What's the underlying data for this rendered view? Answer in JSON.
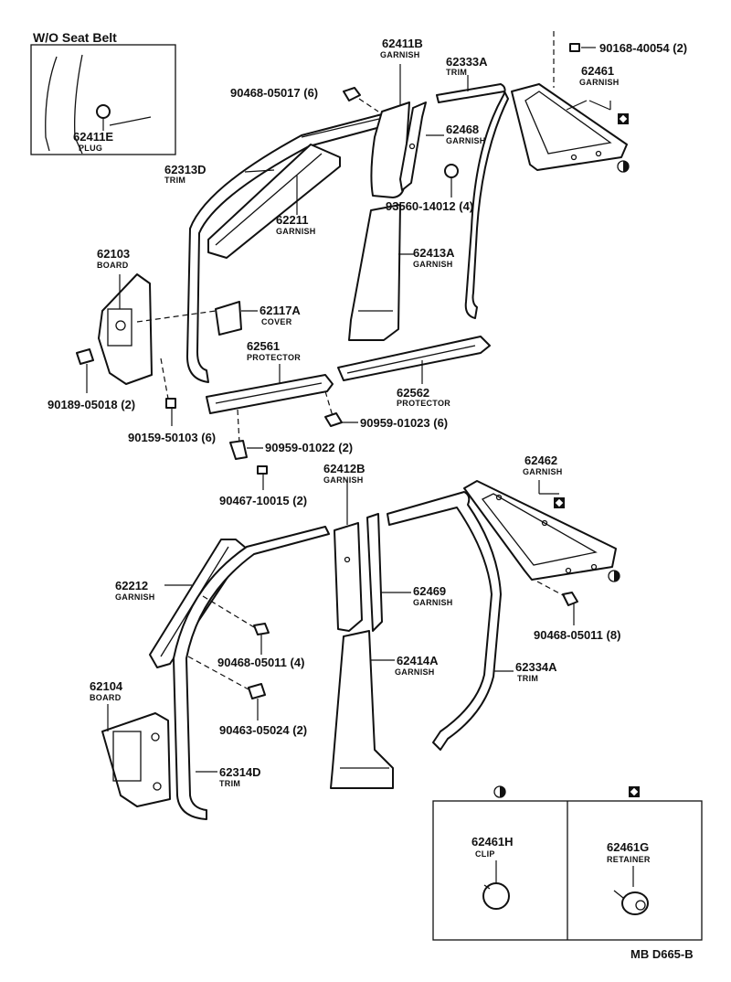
{
  "inset": {
    "title": "W/O Seat Belt"
  },
  "legend": {
    "clip_number": "62461H",
    "clip_name": "CLIP",
    "retainer_number": "62461G",
    "retainer_name": "RETAINER"
  },
  "footer": {
    "code": "MB D665-B"
  },
  "labels": [
    {
      "key": "l1",
      "number": "62411E",
      "name": "PLUG"
    },
    {
      "key": "l2",
      "number": "62411B",
      "name": "GARNISH"
    },
    {
      "key": "l3",
      "number": "62333A",
      "name": "TRIM"
    },
    {
      "key": "l4",
      "number": "90168-40054 (2)",
      "name": ""
    },
    {
      "key": "l5",
      "number": "62461",
      "name": "GARNISH"
    },
    {
      "key": "l6",
      "number": "90468-05017 (6)",
      "name": ""
    },
    {
      "key": "l7",
      "number": "62468",
      "name": "GARNISH"
    },
    {
      "key": "l8",
      "number": "62313D",
      "name": "TRIM"
    },
    {
      "key": "l9",
      "number": "93560-14012 (4)",
      "name": ""
    },
    {
      "key": "l10",
      "number": "62211",
      "name": "GARNISH"
    },
    {
      "key": "l11",
      "number": "62413A",
      "name": "GARNISH"
    },
    {
      "key": "l12",
      "number": "62103",
      "name": "BOARD"
    },
    {
      "key": "l13",
      "number": "62117A",
      "name": "COVER"
    },
    {
      "key": "l14",
      "number": "62561",
      "name": "PROTECTOR"
    },
    {
      "key": "l15",
      "number": "62562",
      "name": "PROTECTOR"
    },
    {
      "key": "l16",
      "number": "90189-05018 (2)",
      "name": ""
    },
    {
      "key": "l17",
      "number": "90159-50103 (6)",
      "name": ""
    },
    {
      "key": "l18",
      "number": "90959-01023 (6)",
      "name": ""
    },
    {
      "key": "l19",
      "number": "90959-01022 (2)",
      "name": ""
    },
    {
      "key": "l20",
      "number": "62462",
      "name": "GARNISH"
    },
    {
      "key": "l21",
      "number": "90467-10015 (2)",
      "name": ""
    },
    {
      "key": "l22",
      "number": "62412B",
      "name": "GARNISH"
    },
    {
      "key": "l23",
      "number": "62212",
      "name": "GARNISH"
    },
    {
      "key": "l24",
      "number": "62469",
      "name": "GARNISH"
    },
    {
      "key": "l25",
      "number": "90468-05011 (8)",
      "name": ""
    },
    {
      "key": "l26",
      "number": "90468-05011 (4)",
      "name": ""
    },
    {
      "key": "l27",
      "number": "62414A",
      "name": "GARNISH"
    },
    {
      "key": "l28",
      "number": "62334A",
      "name": "TRIM"
    },
    {
      "key": "l29",
      "number": "62104",
      "name": "BOARD"
    },
    {
      "key": "l30",
      "number": "90463-05024 (2)",
      "name": ""
    },
    {
      "key": "l31",
      "number": "62314D",
      "name": "TRIM"
    }
  ]
}
